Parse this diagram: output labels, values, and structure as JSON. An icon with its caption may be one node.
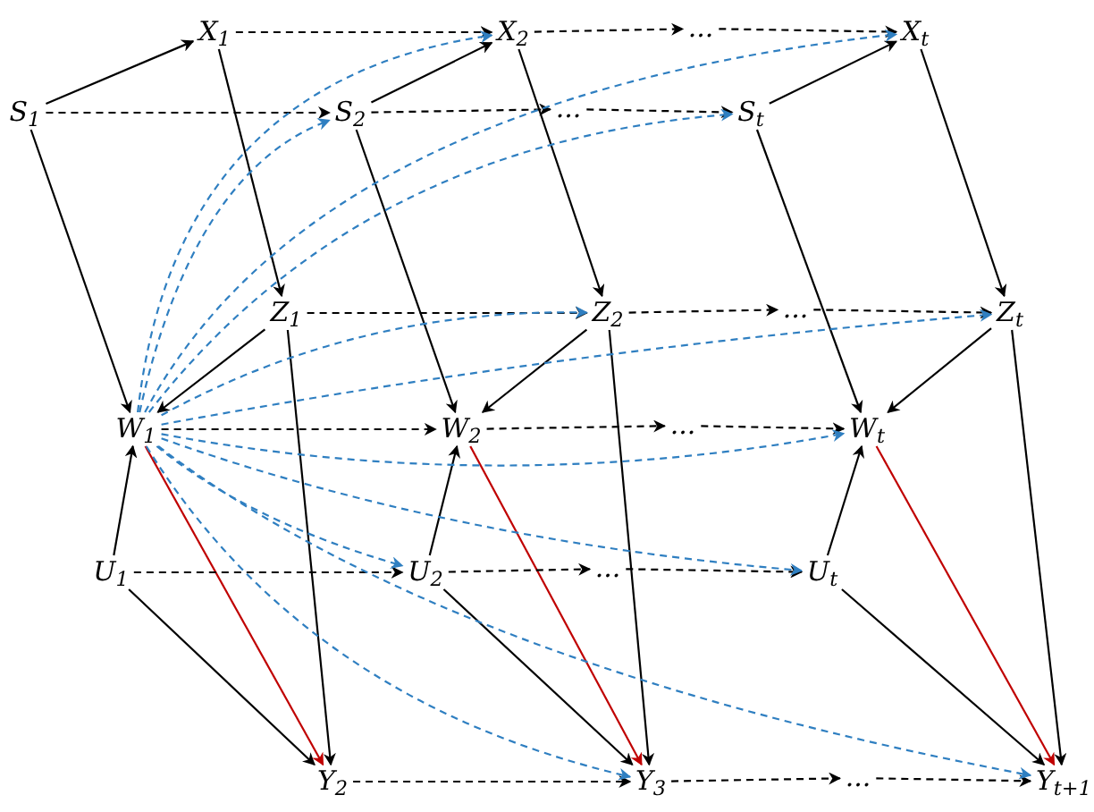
{
  "diagram": {
    "nodes": [
      {
        "text": [
          "X$_{1}$"
        ]
      },
      {
        "text": [
          "X$_{2}$"
        ]
      },
      {
        "text": [
          "..."
        ]
      },
      {
        "text": [
          "X$_{t}$"
        ]
      },
      {
        "text": [
          "S$_{1}$"
        ]
      },
      {
        "text": [
          "S$_{2}$"
        ]
      },
      {
        "text": [
          "..."
        ]
      },
      {
        "text": [
          "S$_{t}$"
        ]
      },
      {
        "text": [
          "Z$_{1}$"
        ]
      },
      {
        "text": [
          "Z$_{2}$"
        ]
      },
      {
        "text": [
          "..."
        ]
      },
      {
        "text": [
          "Z$_{t}$"
        ]
      },
      {
        "text": [
          "W$_{1}$"
        ]
      },
      {
        "text": [
          "W$_{2}$"
        ]
      },
      {
        "text": [
          "..."
        ]
      },
      {
        "text": [
          "W$_{t}$"
        ]
      },
      {
        "text": [
          "U$_{1}$"
        ]
      },
      {
        "text": [
          "U$_{2}$"
        ]
      },
      {
        "text": [
          "..."
        ]
      },
      {
        "text": [
          "U$_{t}$"
        ]
      },
      {
        "text": [
          "Y$_{2}$"
        ]
      },
      {
        "text": [
          "Y$_{3}$"
        ]
      },
      {
        "text": [
          "..."
        ]
      },
      {
        "text": [
          "Y$_{t+1}$"
        ]
      }
    ],
    "edges": [
      {
        "from": 4,
        "to": 0,
        "arrow": "to"
      },
      {
        "from": 4,
        "to": 12,
        "arrow": "to"
      },
      {
        "from": 0,
        "to": 8,
        "arrow": "to"
      },
      {
        "from": 5,
        "to": 1,
        "arrow": "to"
      },
      {
        "from": 5,
        "to": 13,
        "arrow": "to"
      },
      {
        "from": 1,
        "to": 9,
        "arrow": "to"
      },
      {
        "from": 7,
        "to": 3,
        "arrow": "to"
      },
      {
        "from": 7,
        "to": 15,
        "arrow": "to"
      },
      {
        "from": 3,
        "to": 11,
        "arrow": "to"
      },
      {
        "from": 8,
        "to": 12,
        "arrow": "to"
      },
      {
        "from": 9,
        "to": 13,
        "arrow": "to"
      },
      {
        "from": 11,
        "to": 15,
        "arrow": "to"
      },
      {
        "from": 8,
        "to": 20,
        "arrow": "to"
      },
      {
        "from": 9,
        "to": 21,
        "arrow": "to"
      },
      {
        "from": 11,
        "to": 23,
        "arrow": "to"
      },
      {
        "from": 16,
        "to": 12,
        "arrow": "to"
      },
      {
        "from": 17,
        "to": 13,
        "arrow": "to"
      },
      {
        "from": 19,
        "to": 15,
        "arrow": "to"
      },
      {
        "from": 16,
        "to": 20,
        "arrow": "to"
      },
      {
        "from": 17,
        "to": 21,
        "arrow": "to"
      },
      {
        "from": 19,
        "to": 23,
        "arrow": "to"
      },
      {
        "from": 12,
        "to": 20,
        "arrow": "to",
        "color": "#c00000"
      },
      {
        "from": 13,
        "to": 21,
        "arrow": "to",
        "color": "#c00000"
      },
      {
        "from": 15,
        "to": 23,
        "arrow": "to",
        "color": "#c00000"
      },
      {
        "from": 0,
        "to": 1,
        "arrow": "to",
        "style": "dashed"
      },
      {
        "from": 1,
        "to": 2,
        "arrow": "to",
        "style": "dashed"
      },
      {
        "from": 2,
        "to": 3,
        "arrow": "to",
        "style": "dashed"
      },
      {
        "from": 4,
        "to": 5,
        "arrow": "to",
        "style": "dashed"
      },
      {
        "from": 5,
        "to": 6,
        "arrow": "to",
        "style": "dashed"
      },
      {
        "from": 6,
        "to": 7,
        "arrow": "to",
        "style": "dashed"
      },
      {
        "from": 8,
        "to": 9,
        "arrow": "to",
        "style": "dashed"
      },
      {
        "from": 9,
        "to": 10,
        "arrow": "to",
        "style": "dashed"
      },
      {
        "from": 10,
        "to": 11,
        "arrow": "to",
        "style": "dashed"
      },
      {
        "from": 12,
        "to": 13,
        "arrow": "to",
        "style": "dashed"
      },
      {
        "from": 13,
        "to": 14,
        "arrow": "to",
        "style": "dashed"
      },
      {
        "from": 14,
        "to": 15,
        "arrow": "to",
        "style": "dashed"
      },
      {
        "from": 16,
        "to": 17,
        "arrow": "to",
        "style": "dashed"
      },
      {
        "from": 17,
        "to": 18,
        "arrow": "to",
        "style": "dashed"
      },
      {
        "from": 18,
        "to": 19,
        "arrow": "to",
        "style": "dashed"
      },
      {
        "from": 20,
        "to": 21,
        "arrow": "to",
        "style": "dashed"
      },
      {
        "from": 21,
        "to": 22,
        "arrow": "to",
        "style": "dashed"
      },
      {
        "from": 22,
        "to": 23,
        "arrow": "to",
        "style": "dashed"
      },
      {
        "from": 12,
        "to": 1,
        "arrow": "to",
        "style": "dashed",
        "color": "#2f7fc1"
      },
      {
        "from": 12,
        "to": 5,
        "arrow": "to",
        "style": "dashed",
        "color": "#2f7fc1"
      },
      {
        "from": 12,
        "to": 3,
        "arrow": "to",
        "style": "dashed",
        "color": "#2f7fc1"
      },
      {
        "from": 12,
        "to": 7,
        "arrow": "to",
        "style": "dashed",
        "color": "#2f7fc1"
      },
      {
        "from": 12,
        "to": 9,
        "arrow": "to",
        "style": "dashed",
        "color": "#2f7fc1"
      },
      {
        "from": 12,
        "to": 11,
        "arrow": "to",
        "style": "dashed",
        "color": "#2f7fc1"
      },
      {
        "from": 12,
        "to": 15,
        "arrow": "to",
        "style": "dashed",
        "color": "#2f7fc1"
      },
      {
        "from": 12,
        "to": 17,
        "arrow": "to",
        "style": "dashed",
        "color": "#2f7fc1"
      },
      {
        "from": 12,
        "to": 19,
        "arrow": "to",
        "style": "dashed",
        "color": "#2f7fc1"
      },
      {
        "from": 12,
        "to": 21,
        "arrow": "to",
        "style": "dashed",
        "color": "#2f7fc1"
      },
      {
        "from": 12,
        "to": 23,
        "arrow": "to",
        "style": "dashed",
        "color": "#2f7fc1"
      }
    ]
  }
}
